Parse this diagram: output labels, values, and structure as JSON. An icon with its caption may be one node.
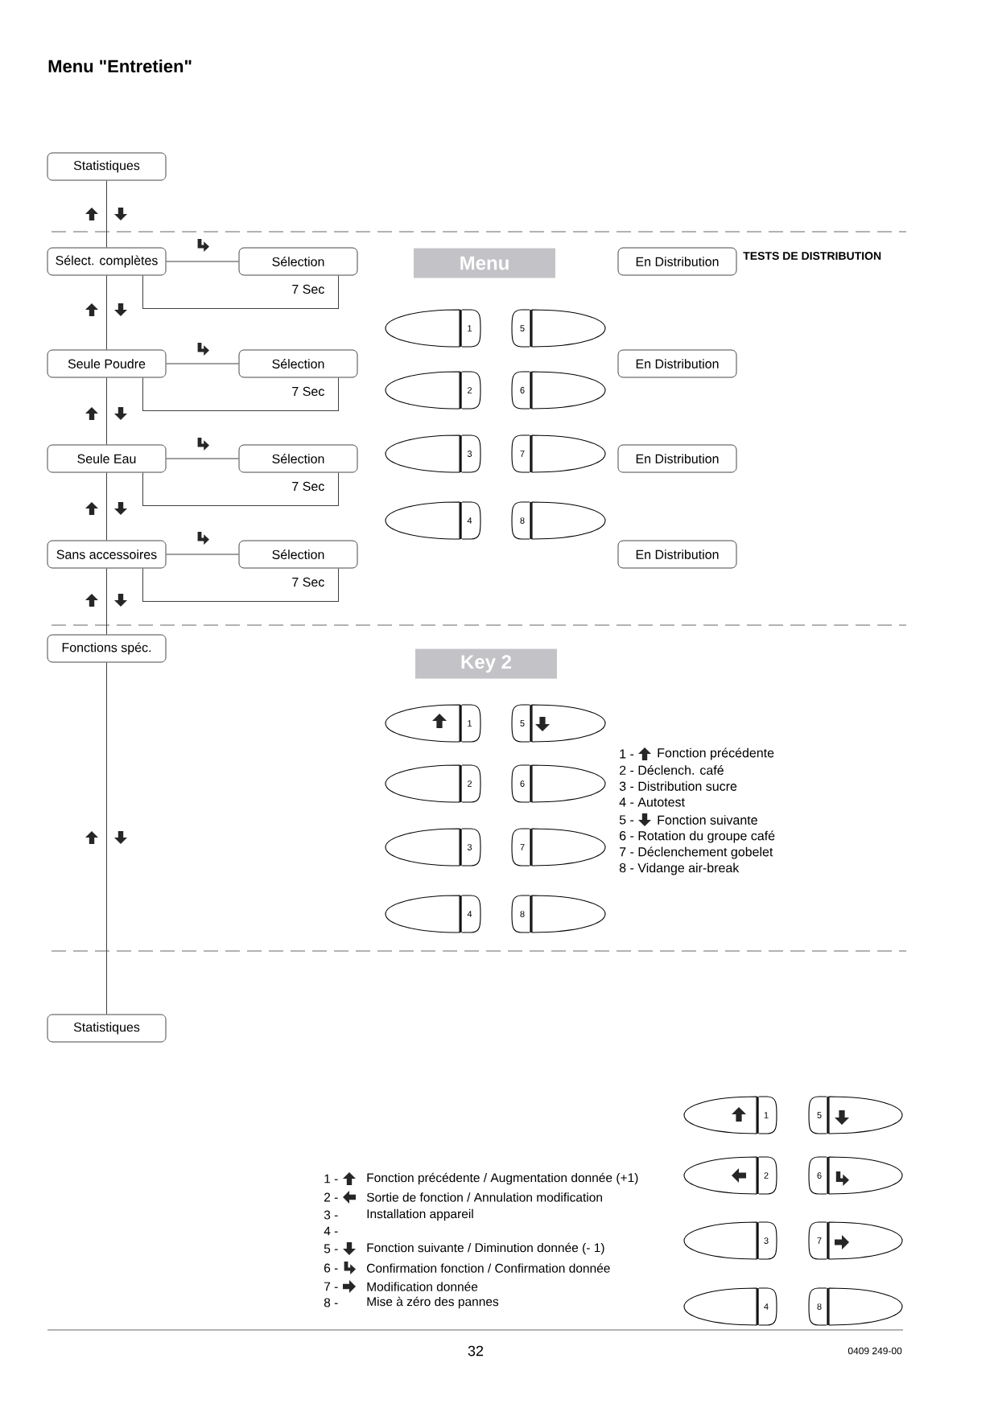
{
  "diagram": {
    "title": "Menu \"Entretien\"",
    "nodes": [
      {
        "text": [
          "Statistiques"
        ]
      },
      {
        "text": [
          "Sélect. complètes"
        ]
      },
      {
        "text": [
          "Sélection"
        ]
      },
      {
        "text": [
          "Seule Poudre"
        ]
      },
      {
        "text": [
          "Sélection"
        ]
      },
      {
        "text": [
          "Seule Eau"
        ]
      },
      {
        "text": [
          "Sélection"
        ]
      },
      {
        "text": [
          "Sans accessoires"
        ]
      },
      {
        "text": [
          "Sélection"
        ]
      },
      {
        "text": [
          "Fonctions spéc."
        ]
      },
      {
        "text": [
          "Menu"
        ]
      },
      {
        "text": [
          "En Distribution"
        ]
      },
      {
        "text": [
          "En Distribution"
        ]
      },
      {
        "text": [
          "En Distribution"
        ]
      },
      {
        "text": [
          "En Distribution"
        ]
      },
      {
        "text": [
          "1"
        ]
      },
      {
        "text": [
          "2"
        ]
      },
      {
        "text": [
          "3"
        ]
      },
      {
        "text": [
          "4"
        ]
      },
      {
        "text": [
          "5"
        ]
      },
      {
        "text": [
          "6"
        ]
      },
      {
        "text": [
          "7"
        ]
      },
      {
        "text": [
          "8"
        ]
      },
      {
        "text": [
          "Key 2"
        ]
      },
      {
        "text": [
          "1"
        ]
      },
      {
        "text": [
          "2"
        ]
      },
      {
        "text": [
          "3"
        ]
      },
      {
        "text": [
          "4"
        ]
      },
      {
        "text": [
          "5"
        ]
      },
      {
        "text": [
          "6"
        ]
      },
      {
        "text": [
          "7"
        ]
      },
      {
        "text": [
          "8"
        ]
      },
      {
        "text": [
          "Statistiques"
        ]
      },
      {
        "text": [
          "1"
        ]
      },
      {
        "text": [
          "2"
        ]
      },
      {
        "text": [
          "3"
        ]
      },
      {
        "text": [
          "4"
        ]
      },
      {
        "text": [
          "5"
        ]
      },
      {
        "text": [
          "6"
        ]
      },
      {
        "text": [
          "7"
        ]
      },
      {
        "text": [
          "8"
        ]
      }
    ],
    "edges": [
      {
        "from": 0,
        "to": 1,
        "arrow": "none"
      },
      {
        "from": 1,
        "to": 3,
        "arrow": "none"
      },
      {
        "from": 3,
        "to": 5,
        "arrow": "none"
      },
      {
        "from": 5,
        "to": 7,
        "arrow": "none"
      },
      {
        "from": 7,
        "to": 9,
        "arrow": "none"
      },
      {
        "from": 9,
        "to": 32,
        "arrow": "none"
      },
      {
        "from": 1,
        "to": 2,
        "arrow": "none"
      },
      {
        "from": 1,
        "to": 2,
        "arrow": "none",
        "label": "7 Sec"
      },
      {
        "from": 3,
        "to": 4,
        "arrow": "none"
      },
      {
        "from": 3,
        "to": 4,
        "arrow": "none",
        "label": "7 Sec"
      },
      {
        "from": 5,
        "to": 6,
        "arrow": "none"
      },
      {
        "from": 5,
        "to": 6,
        "arrow": "none",
        "label": "7 Sec"
      },
      {
        "from": 7,
        "to": 8,
        "arrow": "none"
      },
      {
        "from": 7,
        "to": 8,
        "arrow": "none",
        "label": "7 Sec"
      }
    ],
    "labels": [
      "TESTS DE DISTRIBUTION",
      "1 -",
      "Fonction précédente",
      "2 - Déclench. café",
      "3 - Distribution sucre",
      "4 - Autotest",
      "5 -",
      "Fonction suivante",
      "6 - Rotation du groupe café",
      "7 - Déclenchement gobelet",
      "8 - Vidange air-break",
      "1 -",
      "Fonction précédente / Augmentation donnée (+1)",
      "2 -",
      "Sortie de fonction / Annulation modification",
      "3 -",
      "Installation appareil",
      "4 -",
      "5 -",
      "Fonction suivante / Diminution donnée (- 1)",
      "6 -",
      "Confirmation fonction / Confirmation donnée",
      "7 -",
      "Modification donnée",
      "8 -",
      "Mise à zéro des pannes",
      "32",
      "0409 249-00"
    ]
  }
}
